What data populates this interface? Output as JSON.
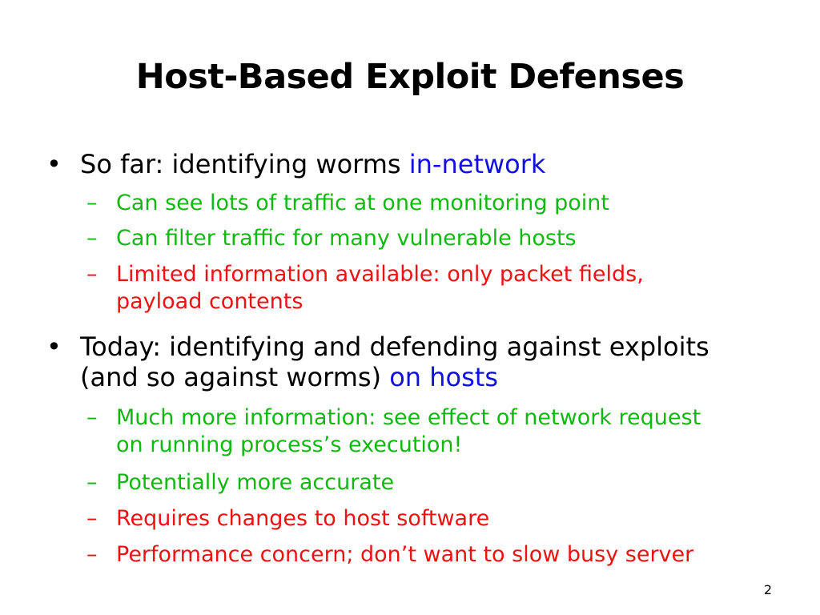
{
  "slide": {
    "title": "Host-Based Exploit Defenses",
    "page_number": "2",
    "colors": {
      "subpoint_positive": "#11b811",
      "subpoint_negative": "#ee1111",
      "highlight": "#1111dd"
    },
    "bullets": [
      {
        "marker": "•",
        "text": "So far: identifying worms ",
        "highlight": "in-network",
        "subpoints": [
          {
            "marker": "–",
            "lines": [
              "Can see lots of traffic at one monitoring point"
            ]
          },
          {
            "marker": "–",
            "lines": [
              "Can filter traffic for many vulnerable hosts"
            ]
          },
          {
            "marker": "–",
            "lines": [
              "Limited information available: only packet fields,",
              "payload contents"
            ]
          }
        ]
      },
      {
        "marker": "•",
        "line1": "Today: identifying and defending against exploits",
        "line2": "(and so against worms) ",
        "highlight": "on hosts",
        "subpoints": [
          {
            "marker": "–",
            "lines": [
              "Much more information: see effect of network request",
              "on running process’s execution!"
            ]
          },
          {
            "marker": "–",
            "lines": [
              "Potentially more accurate"
            ]
          },
          {
            "marker": "–",
            "lines": [
              "Requires changes to host software"
            ]
          },
          {
            "marker": "–",
            "lines": [
              "Performance concern; don’t want to slow busy server"
            ]
          }
        ]
      }
    ]
  }
}
